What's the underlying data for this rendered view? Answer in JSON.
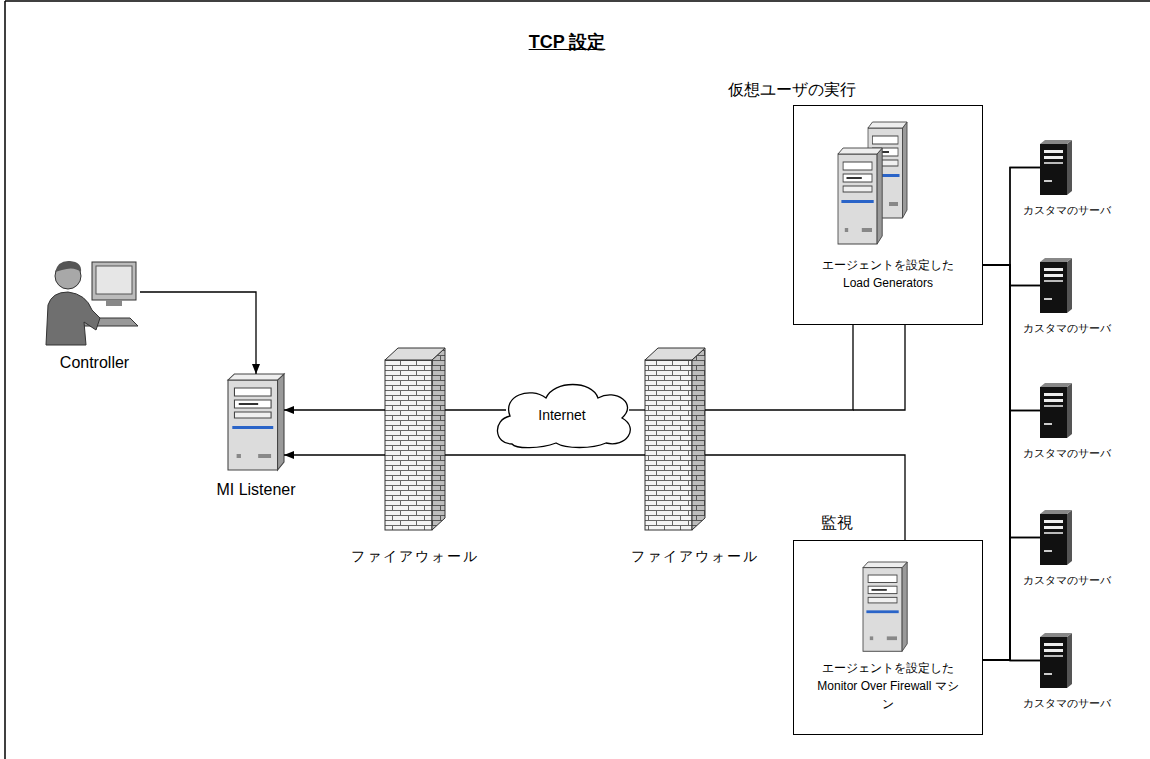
{
  "diagram": {
    "title": "TCP 設定",
    "nodes": [
      {
        "text": [
          "Controller"
        ]
      },
      {
        "text": [
          "MI Listener"
        ]
      },
      {
        "text": [
          "ファイアウォール"
        ]
      },
      {
        "text": [
          "Internet"
        ]
      },
      {
        "text": [
          "ファイアウォール"
        ]
      },
      {
        "text": [
          "仮想ユーザの実行",
          "エージェントを設定した Load Generators"
        ]
      },
      {
        "text": [
          "監視",
          "エージェントを設定した Monitor Over Firewall マシン"
        ]
      },
      {
        "text": [
          "カスタマのサーバ"
        ]
      },
      {
        "text": [
          "カスタマのサーバ"
        ]
      },
      {
        "text": [
          "カスタマのサーバ"
        ]
      },
      {
        "text": [
          "カスタマのサーバ"
        ]
      },
      {
        "text": [
          "カスタマのサーバ"
        ]
      }
    ],
    "edges": [
      {
        "from": 0,
        "to": 1,
        "arrow": "to"
      },
      {
        "from": 2,
        "to": 1,
        "arrow": "to"
      },
      {
        "from": 2,
        "to": 1,
        "arrow": "to"
      },
      {
        "from": 3,
        "to": 2,
        "arrow": "none"
      },
      {
        "from": 4,
        "to": 2,
        "arrow": "none"
      },
      {
        "from": 4,
        "to": 3,
        "arrow": "none"
      },
      {
        "from": 5,
        "to": 4,
        "arrow": "none"
      },
      {
        "from": 6,
        "to": 4,
        "arrow": "none"
      },
      {
        "from": 5,
        "to": 7,
        "arrow": "none"
      },
      {
        "from": 5,
        "to": 8,
        "arrow": "none"
      },
      {
        "from": 5,
        "to": 9,
        "arrow": "none"
      },
      {
        "from": 5,
        "to": 10,
        "arrow": "none"
      },
      {
        "from": 5,
        "to": 11,
        "arrow": "none"
      },
      {
        "from": 6,
        "to": 7,
        "arrow": "none"
      },
      {
        "from": 6,
        "to": 8,
        "arrow": "none"
      },
      {
        "from": 6,
        "to": 9,
        "arrow": "none"
      },
      {
        "from": 6,
        "to": 10,
        "arrow": "none"
      },
      {
        "from": 6,
        "to": 11,
        "arrow": "none"
      }
    ]
  }
}
